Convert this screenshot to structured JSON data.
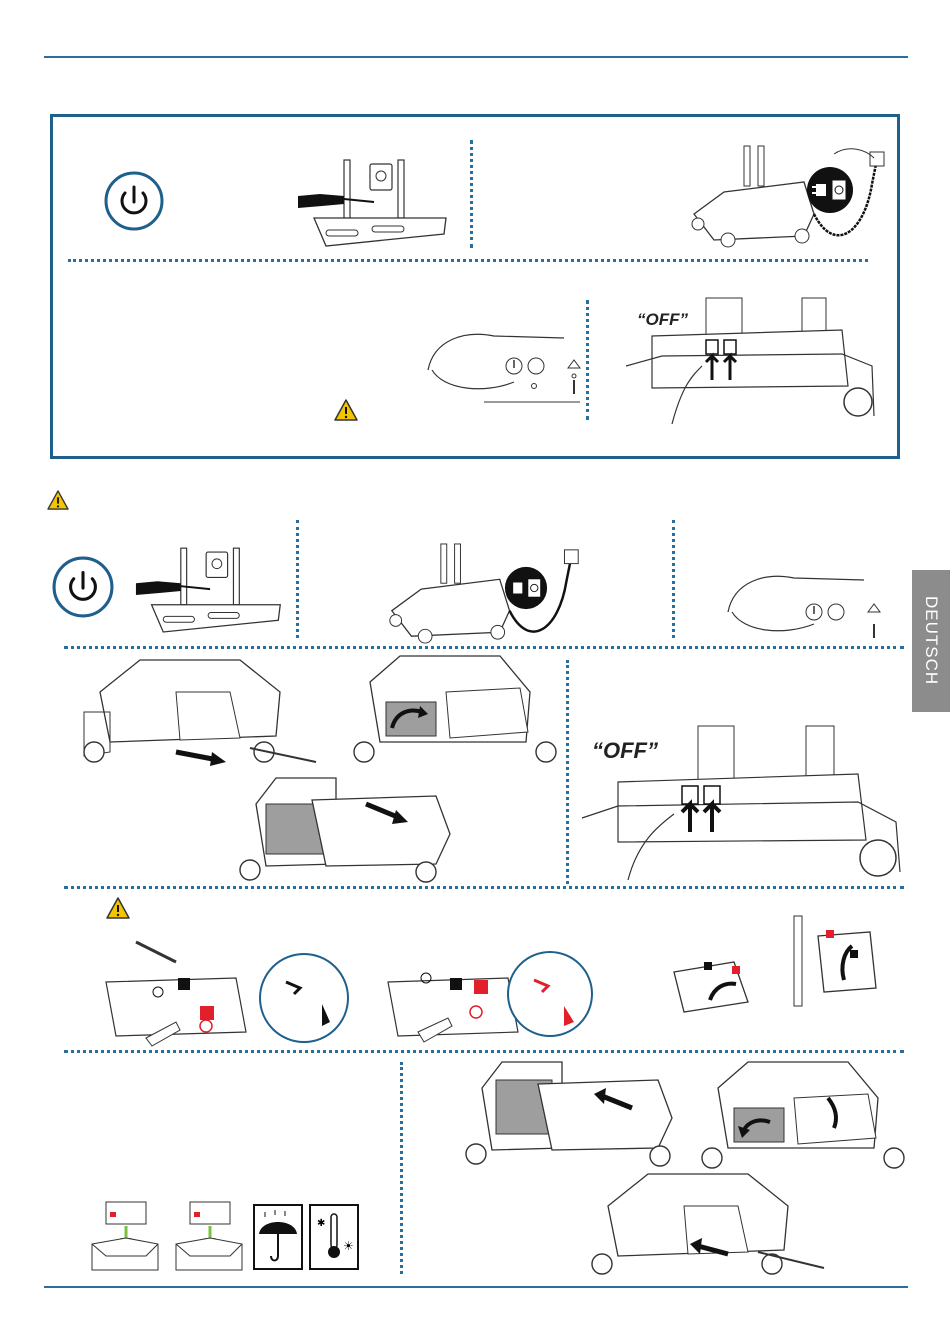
{
  "labels": {
    "off_top": "“OFF”",
    "off_mid": "“OFF”"
  },
  "side_tab": {
    "label": "DEUTSCH"
  },
  "icons": [
    "power-icon",
    "warning-icon",
    "umbrella-icon",
    "temperature-icon",
    "unplug-icon",
    "arrow-icon"
  ],
  "colors": {
    "accent": "#2a6f9c",
    "warning": "#f2c500",
    "red": "#e0202a",
    "tab": "#8c8c8c"
  }
}
